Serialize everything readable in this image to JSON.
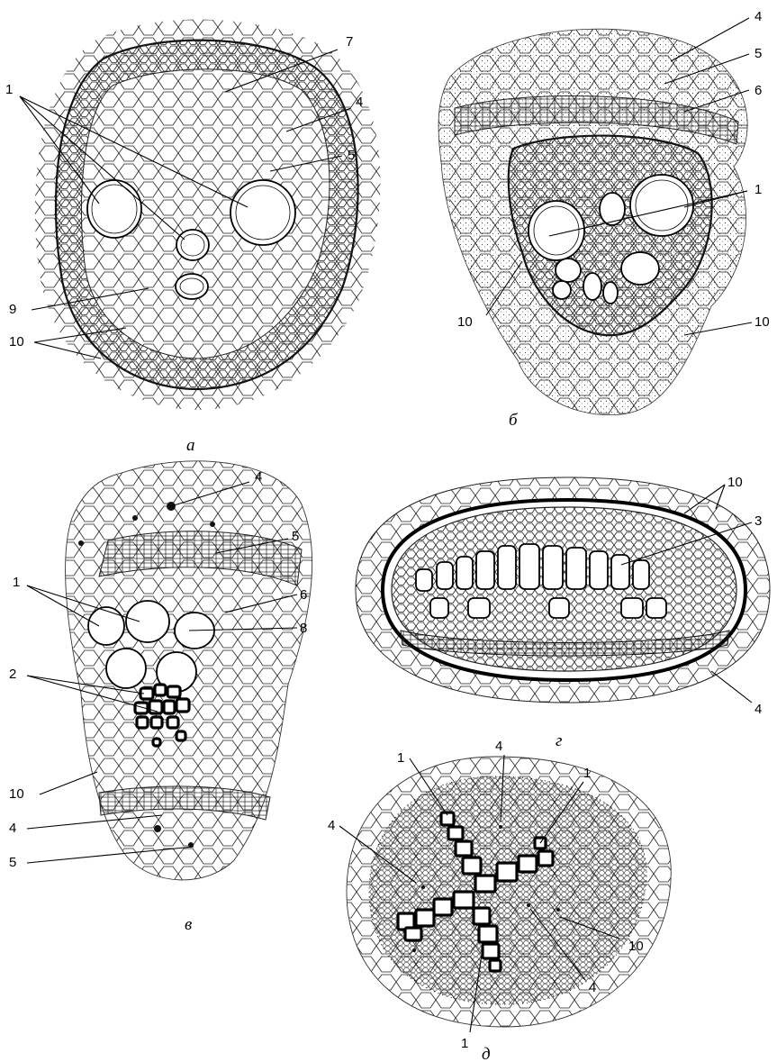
{
  "panels": {
    "a": {
      "caption": "а",
      "labels": [
        "1",
        "7",
        "4",
        "5",
        "9",
        "10"
      ]
    },
    "b": {
      "caption": "б",
      "labels": [
        "4",
        "5",
        "6",
        "1",
        "10",
        "10"
      ]
    },
    "v": {
      "caption": "в",
      "labels": [
        "4",
        "5",
        "6",
        "1",
        "8",
        "2",
        "10",
        "4",
        "5"
      ]
    },
    "g": {
      "caption": "г",
      "labels": [
        "10",
        "3",
        "4"
      ]
    },
    "d": {
      "caption": "д",
      "labels": [
        "4",
        "1",
        "1",
        "4",
        "10",
        "4",
        "1"
      ]
    }
  }
}
